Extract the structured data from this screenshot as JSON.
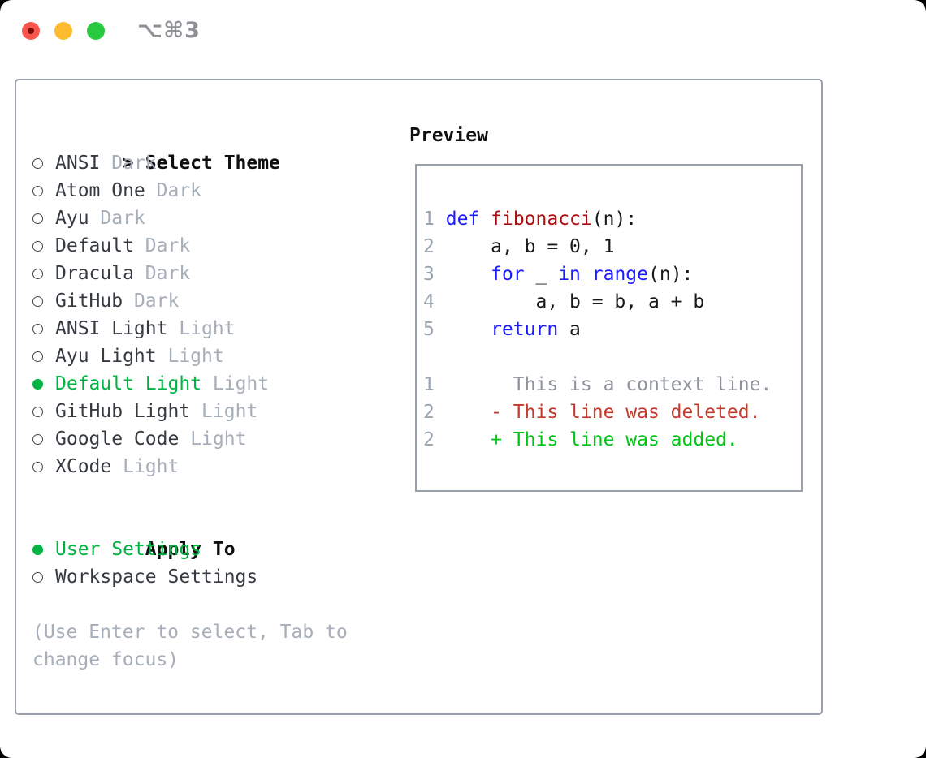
{
  "window": {
    "titlebar": {
      "shortcut": "⌥⌘3",
      "buttons": [
        "close",
        "minimize",
        "zoom"
      ]
    }
  },
  "theme_panel": {
    "header": {
      "marker": ">",
      "label": "Select Theme"
    },
    "themes": [
      {
        "name": "ANSI",
        "variant": "Dark",
        "selected": false
      },
      {
        "name": "Atom One",
        "variant": "Dark",
        "selected": false
      },
      {
        "name": "Ayu",
        "variant": "Dark",
        "selected": false
      },
      {
        "name": "Default",
        "variant": "Dark",
        "selected": false
      },
      {
        "name": "Dracula",
        "variant": "Dark",
        "selected": false
      },
      {
        "name": "GitHub",
        "variant": "Dark",
        "selected": false
      },
      {
        "name": "ANSI Light",
        "variant": "Light",
        "selected": false
      },
      {
        "name": "Ayu Light",
        "variant": "Light",
        "selected": false
      },
      {
        "name": "Default Light",
        "variant": "Light",
        "selected": true
      },
      {
        "name": "GitHub Light",
        "variant": "Light",
        "selected": false
      },
      {
        "name": "Google Code",
        "variant": "Light",
        "selected": false
      },
      {
        "name": "XCode",
        "variant": "Light",
        "selected": false
      }
    ],
    "apply_to": {
      "label": "Apply To",
      "options": [
        {
          "name": "User Settings",
          "selected": true
        },
        {
          "name": "Workspace Settings",
          "selected": false
        }
      ]
    },
    "help_lines": [
      "(Use Enter to select, Tab to",
      "change focus)"
    ]
  },
  "preview": {
    "label": "Preview",
    "lines": [
      [
        {
          "t": "1",
          "c": "ln"
        },
        {
          "t": " ",
          "c": "pl"
        },
        {
          "t": "def",
          "c": "kw"
        },
        {
          "t": " ",
          "c": "pl"
        },
        {
          "t": "fibonacci",
          "c": "fn"
        },
        {
          "t": "(n):",
          "c": "pl"
        }
      ],
      [
        {
          "t": "2",
          "c": "ln"
        },
        {
          "t": "     a, b = 0, 1",
          "c": "pl"
        }
      ],
      [
        {
          "t": "3",
          "c": "ln"
        },
        {
          "t": "     ",
          "c": "pl"
        },
        {
          "t": "for",
          "c": "kw"
        },
        {
          "t": " _ ",
          "c": "pl"
        },
        {
          "t": "in",
          "c": "kw"
        },
        {
          "t": " ",
          "c": "pl"
        },
        {
          "t": "range",
          "c": "kw"
        },
        {
          "t": "(n):",
          "c": "pl"
        }
      ],
      [
        {
          "t": "4",
          "c": "ln"
        },
        {
          "t": "         a, b = b, a + b",
          "c": "pl"
        }
      ],
      [
        {
          "t": "5",
          "c": "ln"
        },
        {
          "t": "     ",
          "c": "pl"
        },
        {
          "t": "return",
          "c": "kw"
        },
        {
          "t": " a",
          "c": "pl"
        }
      ],
      [],
      [
        {
          "t": "1",
          "c": "ln"
        },
        {
          "t": "       This is a context line.",
          "c": "ctx"
        }
      ],
      [
        {
          "t": "2",
          "c": "ln"
        },
        {
          "t": "     ",
          "c": "pl"
        },
        {
          "t": "- This line was deleted.",
          "c": "del"
        }
      ],
      [
        {
          "t": "2",
          "c": "ln"
        },
        {
          "t": "     ",
          "c": "pl"
        },
        {
          "t": "+ This line was added.",
          "c": "add"
        }
      ]
    ]
  },
  "colors": {
    "ui_green": "#00b342",
    "kw_blue": "#1b1bff",
    "fn_red": "#aa0d0d",
    "diff_red": "#c23b2b",
    "diff_green": "#00c414",
    "traffic_red": "#f8554d",
    "traffic_yellow": "#fdbc2f",
    "traffic_green": "#27c93f"
  }
}
